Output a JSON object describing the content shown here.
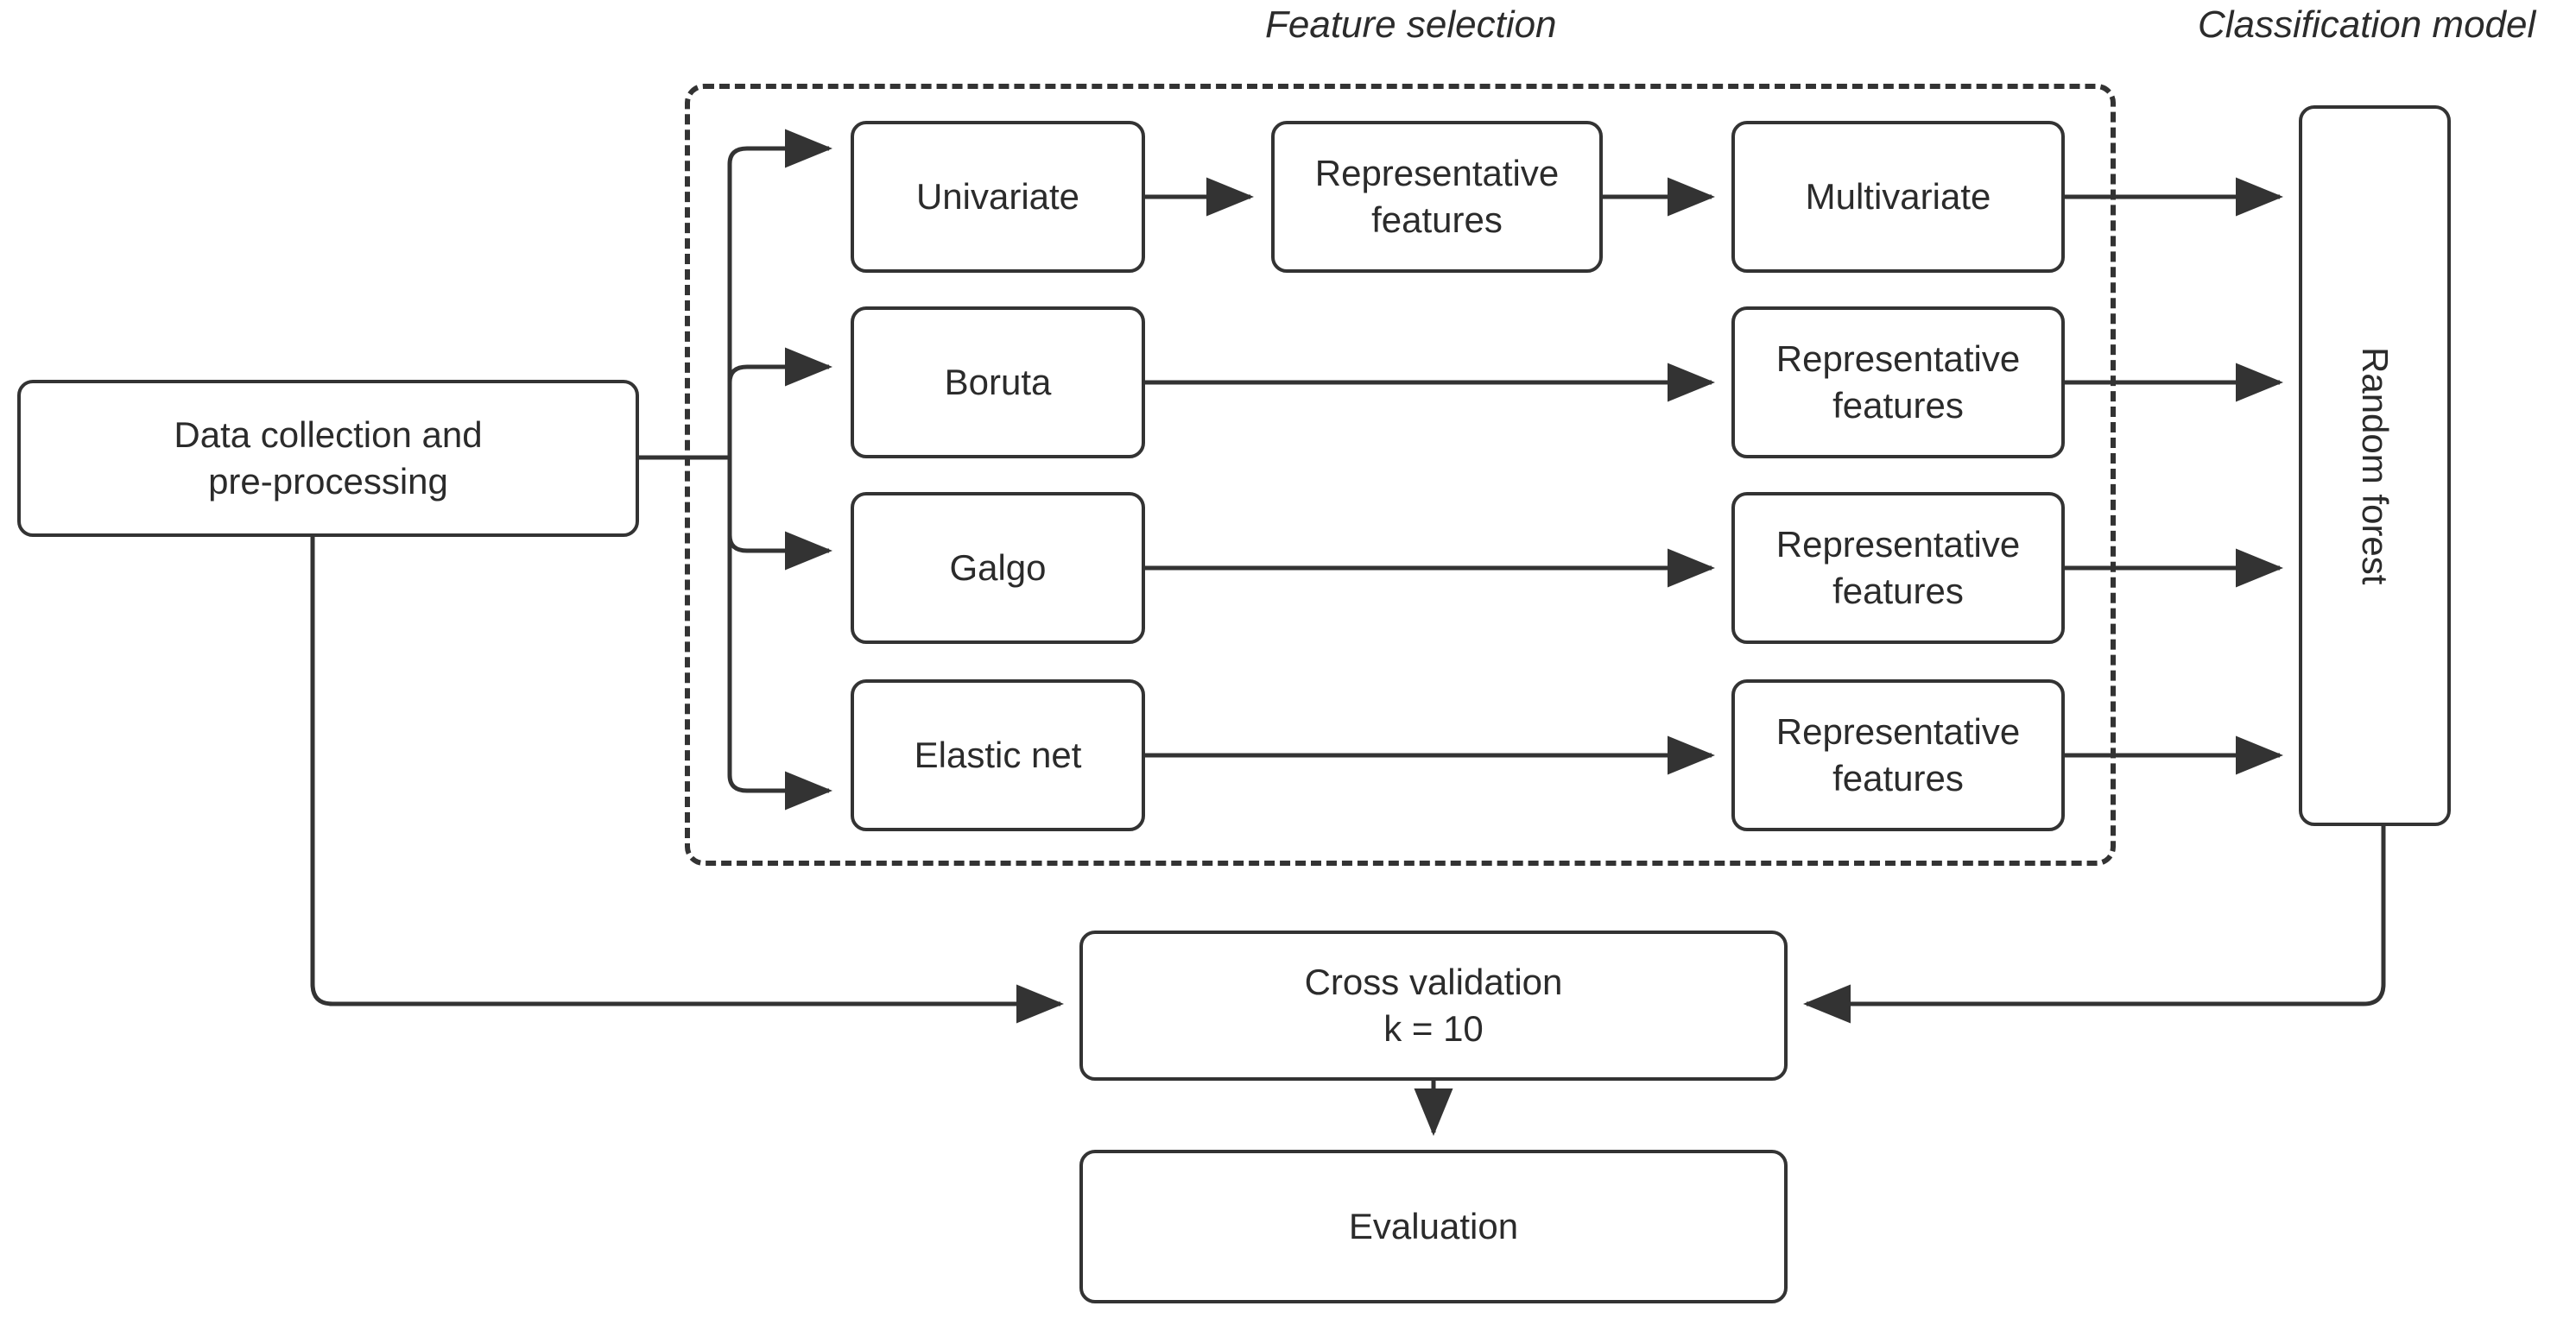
{
  "diagram": {
    "title_groups": [
      {
        "id": "feature-selection",
        "label": "Feature selection"
      },
      {
        "id": "classification-model",
        "label": "Classification model"
      }
    ],
    "nodes": {
      "data_collection": {
        "label": "Data collection and\npre-processing"
      },
      "univariate": {
        "label": "Univariate"
      },
      "boruta": {
        "label": "Boruta"
      },
      "galgo": {
        "label": "Galgo"
      },
      "elastic_net": {
        "label": "Elastic net"
      },
      "repr_features_1": {
        "label": "Representative\nfeatures"
      },
      "repr_features_2": {
        "label": "Representative\nfeatures"
      },
      "repr_features_3": {
        "label": "Representative\nfeatures"
      },
      "repr_features_4": {
        "label": "Representative\nfeatures"
      },
      "multivariate": {
        "label": "Multivariate"
      },
      "random_forest": {
        "label": "Random forest"
      },
      "cross_validation": {
        "label": "Cross validation\nk = 10"
      },
      "evaluation": {
        "label": "Evaluation"
      }
    },
    "colors": {
      "stroke": "#333333",
      "text": "#2b2b2b",
      "background": "#ffffff",
      "node_fill": "#ffffff"
    },
    "flow_edges": [
      {
        "from": "data_collection",
        "to": "univariate"
      },
      {
        "from": "data_collection",
        "to": "boruta"
      },
      {
        "from": "data_collection",
        "to": "galgo"
      },
      {
        "from": "data_collection",
        "to": "elastic_net"
      },
      {
        "from": "data_collection",
        "to": "cross_validation"
      },
      {
        "from": "univariate",
        "to": "repr_features_1"
      },
      {
        "from": "repr_features_1",
        "to": "multivariate"
      },
      {
        "from": "multivariate",
        "to": "random_forest"
      },
      {
        "from": "boruta",
        "to": "repr_features_2"
      },
      {
        "from": "repr_features_2",
        "to": "random_forest"
      },
      {
        "from": "galgo",
        "to": "repr_features_3"
      },
      {
        "from": "repr_features_3",
        "to": "random_forest"
      },
      {
        "from": "elastic_net",
        "to": "repr_features_4"
      },
      {
        "from": "repr_features_4",
        "to": "random_forest"
      },
      {
        "from": "random_forest",
        "to": "cross_validation"
      },
      {
        "from": "cross_validation",
        "to": "evaluation"
      }
    ]
  }
}
